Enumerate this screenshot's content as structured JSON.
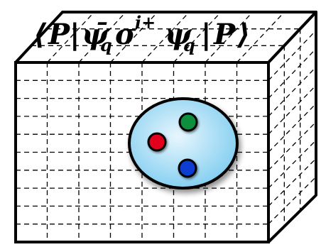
{
  "diagram": {
    "formula": {
      "open": "⟨",
      "p1": "P",
      "bar1": "|",
      "psibar": "ψ̄",
      "sub1": "q",
      "sigma": "σ",
      "sup": "i+",
      "psi": "ψ",
      "sub2": "q",
      "bar2": "|",
      "p2": "P",
      "close": "⟩"
    },
    "colors": {
      "lattice_line": "#000000",
      "bubble_fill_inner": "#e8f6fd",
      "bubble_fill_outer": "#7fcdf0",
      "quark_red": "#e3061b",
      "quark_green": "#0a8f3c",
      "quark_blue": "#0b3ed1"
    },
    "quarks": [
      {
        "color_name": "green"
      },
      {
        "color_name": "red"
      },
      {
        "color_name": "blue"
      }
    ]
  }
}
